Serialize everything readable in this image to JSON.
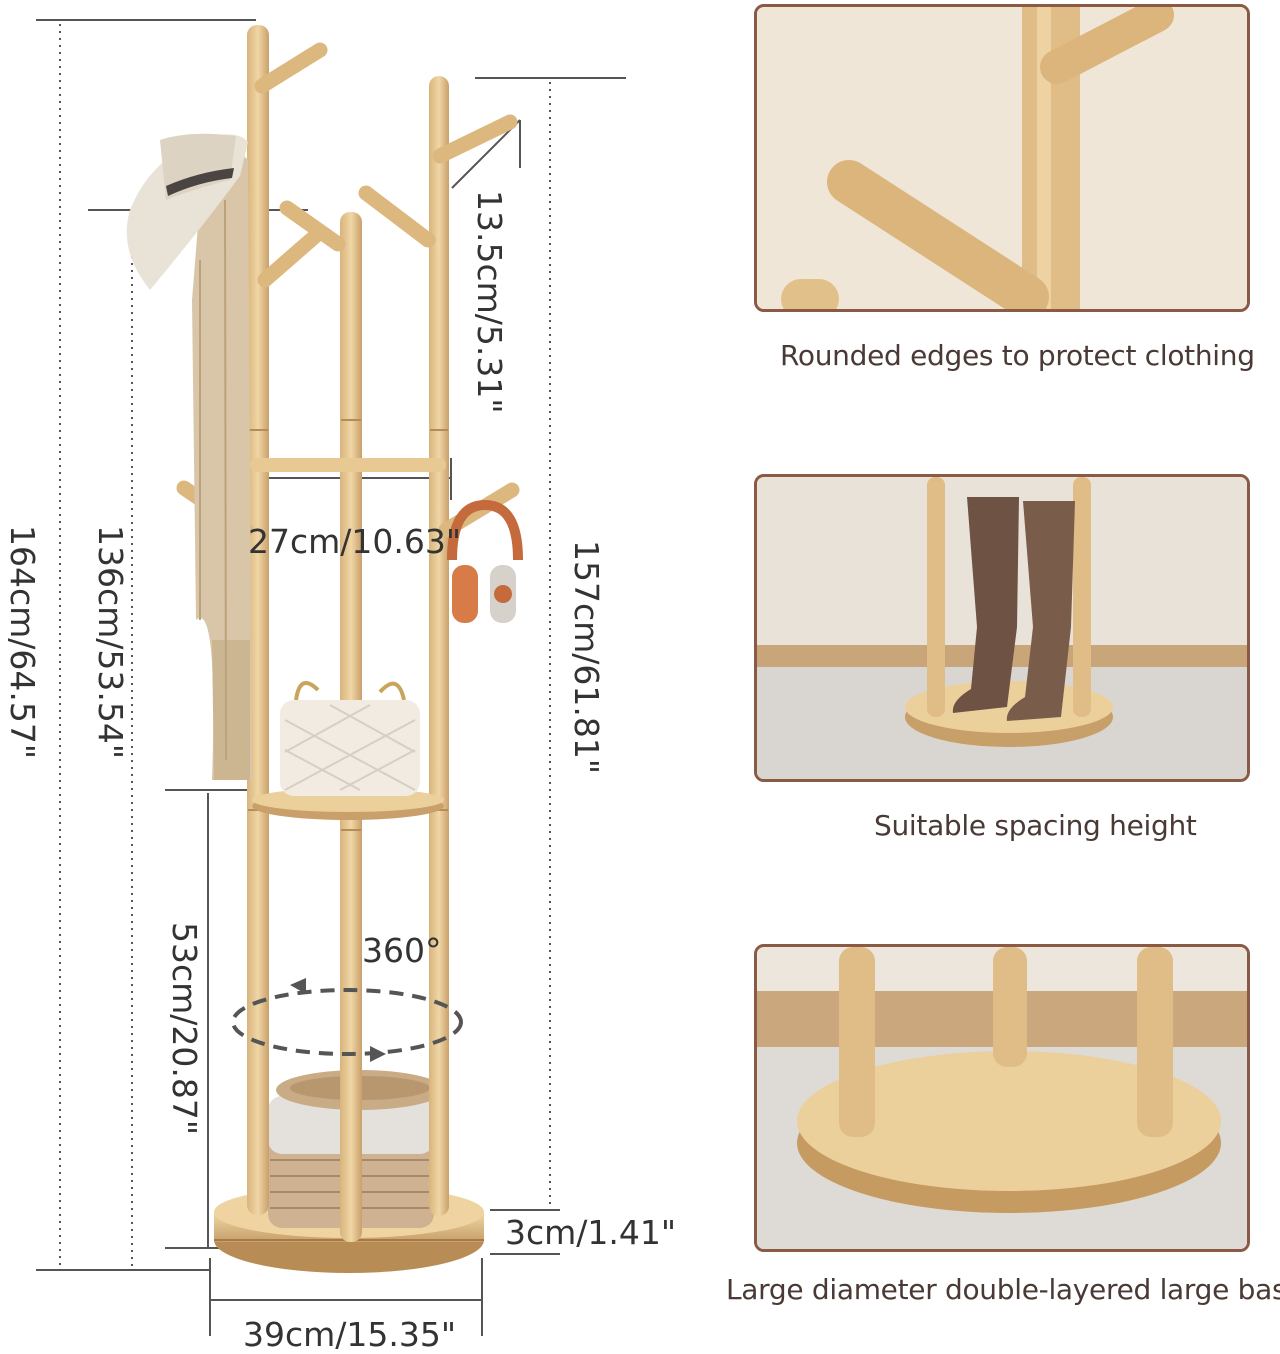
{
  "dimensions": {
    "total_height": "164cm/64.57\"",
    "hook_height": "136cm/53.54\"",
    "short_pole_height": "157cm/61.81\"",
    "hook_length": "13.5cm/5.31\"",
    "upper_width": "27cm/10.63\"",
    "rotation": "360°",
    "lower_height": "53cm/20.87\"",
    "base_thickness": "3cm/1.41\"",
    "base_diameter": "39cm/15.35\""
  },
  "features": [
    {
      "caption": "Rounded edges to protect clothing"
    },
    {
      "caption": "Suitable spacing height"
    },
    {
      "caption": "Large diameter double-layered large base"
    }
  ],
  "colors": {
    "wood": "#e2c38f",
    "wood_dark": "#c9a46c",
    "frame": "#8a5a44",
    "line": "#555555"
  }
}
